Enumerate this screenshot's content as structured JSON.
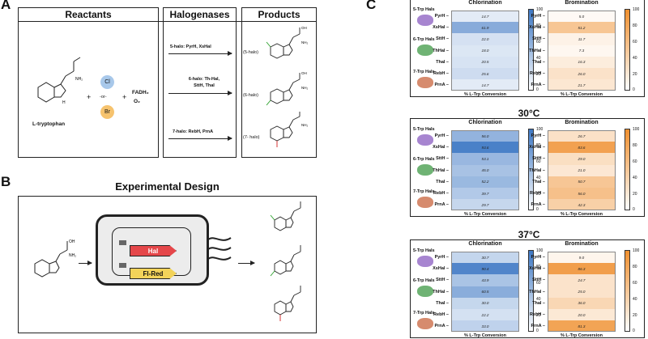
{
  "panels": {
    "a": "A",
    "b": "B",
    "c": "C"
  },
  "panel_a": {
    "reactants_title": "Reactants",
    "halogenases_title": "Halogenases",
    "products_title": "Products",
    "substrate": "L-tryptophan",
    "plus1": "+",
    "plus2": "+",
    "cl": "Cl",
    "or": "-or-",
    "br": "Br",
    "fadh2": "FADH₂",
    "o2": "O₂",
    "enzyme_5": "5-halo: PyrH, XsHal",
    "enzyme_6": "6-halo: Th-Hal,\nSttH, ThaI",
    "enzyme_7": "7-halo: RebH, PrnA",
    "prod_5": "(5-halo)",
    "prod_6": "(6-halo)",
    "prod_7": "(7- halo)"
  },
  "panel_b": {
    "title": "Experimental Design",
    "hal": "Hal",
    "flred": "Fl-Red"
  },
  "panel_c": {
    "col_chl": "Chlorination",
    "col_bro": "Bromination",
    "xlabel": "% L-Trp Conversion",
    "groups": [
      "5-Trp Hals",
      "6-Trp Hals",
      "7-Trp Hals"
    ],
    "rows": [
      "PyrH",
      "XsHal",
      "SttH",
      "ThHal",
      "ThaI",
      "RebH",
      "PrnA"
    ],
    "cbar_ticks": [
      "100",
      "80",
      "60",
      "40",
      "20",
      "0"
    ],
    "temps": [
      "",
      "30°C",
      "37°C"
    ],
    "colors": {
      "blue": "#3e78c4",
      "orange": "#ef8f2e"
    }
  },
  "chart_data": [
    {
      "type": "heatmap",
      "title": "Chlorination",
      "xlabel": "% L-Trp Conversion",
      "rows": [
        "PyrH",
        "XsHal",
        "SttH",
        "ThHal",
        "ThaI",
        "RebH",
        "PrnA"
      ],
      "values": [
        14.7,
        61.9,
        22.0,
        18.0,
        20.5,
        25.6,
        14.7
      ],
      "range": [
        0,
        100
      ]
    },
    {
      "type": "heatmap",
      "title": "Bromination",
      "xlabel": "% L-Trp Conversion",
      "rows": [
        "PyrH",
        "XsHal",
        "SttH",
        "ThHal",
        "ThaI",
        "RebH",
        "PrnA"
      ],
      "values": [
        5.0,
        51.2,
        11.7,
        7.3,
        16.3,
        26.0,
        21.7
      ],
      "range": [
        0,
        100
      ]
    },
    {
      "type": "heatmap",
      "title": "Chlorination",
      "subtitle": "30°C",
      "xlabel": "% L-Trp Conversion",
      "rows": [
        "PyrH",
        "XsHal",
        "SttH",
        "ThHal",
        "ThaI",
        "RebH",
        "PrnA"
      ],
      "values": [
        56.0,
        93.6,
        53.1,
        45.0,
        52.2,
        39.7,
        29.7
      ],
      "range": [
        0,
        100
      ]
    },
    {
      "type": "heatmap",
      "title": "Bromination",
      "subtitle": "30°C",
      "xlabel": "% L-Trp Conversion",
      "rows": [
        "PyrH",
        "XsHal",
        "SttH",
        "ThHal",
        "ThaI",
        "RebH",
        "PrnA"
      ],
      "values": [
        26.7,
        83.6,
        29.0,
        21.0,
        50.7,
        56.0,
        42.3
      ],
      "range": [
        0,
        100
      ]
    },
    {
      "type": "heatmap",
      "title": "Chlorination",
      "subtitle": "37°C",
      "xlabel": "% L-Trp Conversion",
      "rows": [
        "PyrH",
        "XsHal",
        "SttH",
        "ThHal",
        "ThaI",
        "RebH",
        "PrnA"
      ],
      "values": [
        30.7,
        90.4,
        43.9,
        60.5,
        30.0,
        22.2,
        33.0
      ],
      "range": [
        0,
        100
      ]
    },
    {
      "type": "heatmap",
      "title": "Bromination",
      "subtitle": "37°C",
      "xlabel": "% L-Trp Conversion",
      "rows": [
        "PyrH",
        "XsHal",
        "SttH",
        "ThHal",
        "ThaI",
        "RebH",
        "PrnA"
      ],
      "values": [
        9.0,
        86.3,
        24.7,
        25.0,
        36.0,
        20.0,
        81.3
      ],
      "range": [
        0,
        100
      ]
    }
  ]
}
